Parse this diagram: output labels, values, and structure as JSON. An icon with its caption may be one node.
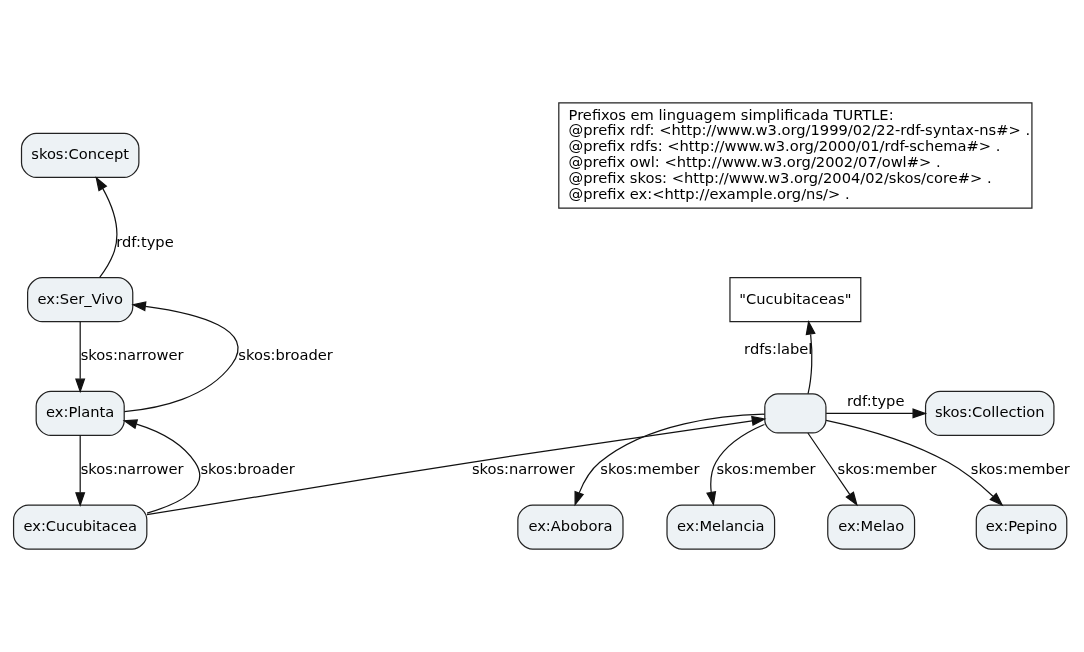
{
  "diagram": {
    "nodes": [
      {
        "text": [
          "skos:Concept"
        ]
      },
      {
        "text": [
          "ex:Ser_Vivo"
        ]
      },
      {
        "text": [
          "ex:Planta"
        ]
      },
      {
        "text": [
          "ex:Cucubitacea"
        ]
      },
      {
        "text": [
          "\"Cucubitaceas\""
        ]
      },
      {
        "text": [],
        "shape": "box"
      },
      {
        "text": [
          "skos:Collection"
        ]
      },
      {
        "text": [
          "ex:Abobora"
        ]
      },
      {
        "text": [
          "ex:Melancia"
        ]
      },
      {
        "text": [
          "ex:Melao"
        ]
      },
      {
        "text": [
          "ex:Pepino"
        ]
      },
      {
        "text": [
          "Prefixos em linguagem simplificada TURTLE:",
          "@prefix rdf: <http://www.w3.org/1999/02/22-rdf-syntax-ns#> .",
          "@prefix rdfs: <http://www.w3.org/2000/01/rdf-schema#> .",
          "@prefix owl: <http://www.w3.org/2002/07/owl#> .",
          "@prefix skos: <http://www.w3.org/2004/02/skos/core#> .",
          "@prefix ex:<http://example.org/ns/> ."
        ]
      }
    ],
    "edges": [
      {
        "from": 1,
        "to": 0,
        "arrow": "to",
        "label": "rdf:type"
      },
      {
        "from": 2,
        "to": 1,
        "arrow": "to",
        "label": "skos:broader"
      },
      {
        "from": 1,
        "to": 2,
        "arrow": "to",
        "label": "skos:narrower"
      },
      {
        "from": 2,
        "to": 3,
        "arrow": "to",
        "label": "skos:narrower"
      },
      {
        "from": 3,
        "to": 2,
        "arrow": "to",
        "label": "skos:broader"
      },
      {
        "from": 3,
        "to": 5,
        "arrow": "to",
        "label": "skos:narrower"
      },
      {
        "from": 5,
        "to": 4,
        "arrow": "to",
        "label": "rdfs:label"
      },
      {
        "from": 5,
        "to": 6,
        "arrow": "to",
        "label": "rdf:type"
      },
      {
        "from": 5,
        "to": 7,
        "arrow": "to",
        "label": "skos:member"
      },
      {
        "from": 5,
        "to": 8,
        "arrow": "to",
        "label": "skos:member"
      },
      {
        "from": 5,
        "to": 9,
        "arrow": "to",
        "label": "skos:member"
      },
      {
        "from": 5,
        "to": 10,
        "arrow": "to",
        "label": "skos:member"
      }
    ]
  }
}
